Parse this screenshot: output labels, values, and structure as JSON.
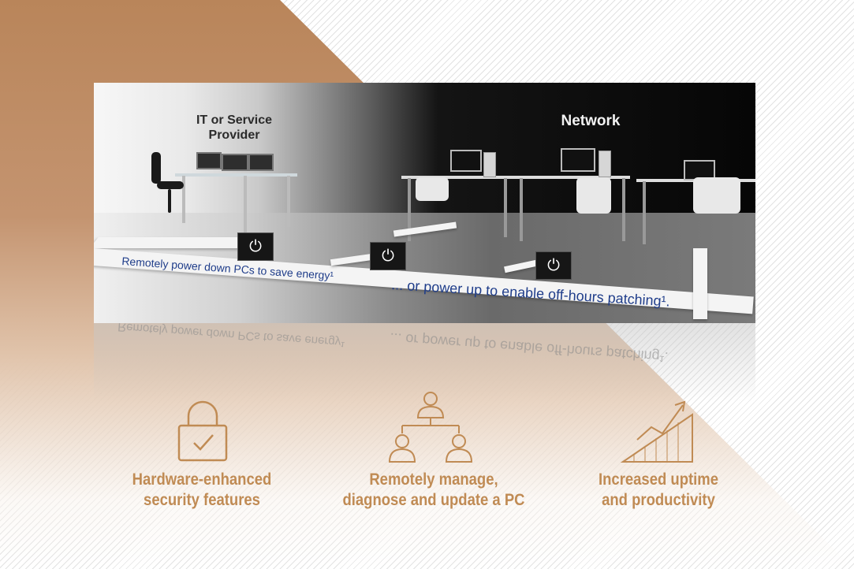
{
  "scene": {
    "left_title_line1": "IT or Service",
    "left_title_line2": "Provider",
    "right_title": "Network",
    "caption_power_down": "Remotely power down PCs to save energy¹",
    "caption_power_up": "... or power up to enable off-hours patching¹."
  },
  "power_glyph": "⏻",
  "features": [
    {
      "line1": "Hardware-enhanced",
      "line2": "security features",
      "icon": "padlock-check-icon"
    },
    {
      "line1": "Remotely manage,",
      "line2": "diagnose and update a PC",
      "icon": "org-chart-people-icon"
    },
    {
      "line1": "Increased uptime",
      "line2": "and productivity",
      "icon": "rising-chart-arrow-icon"
    }
  ],
  "colors": {
    "accent_copper": "#c08b54",
    "caption_blue": "#1f3d8a"
  }
}
